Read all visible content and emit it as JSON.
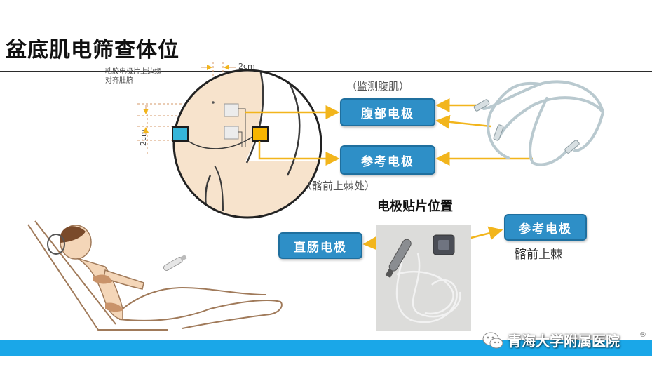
{
  "slide": {
    "title": "盆底肌电筛查体位",
    "subtitle_photo": "电极贴片位置"
  },
  "diagram": {
    "label_top_2cm": "2cm",
    "label_side_2cm": "2cm",
    "label_navel_line1": "粘胶电极片上边缘",
    "label_navel_line2": "对齐肚脐",
    "note_monitor": "（监测腹肌）",
    "note_asis": "（髂前上棘处）",
    "btn_abdominal": "腹部电极",
    "btn_reference_top": "参考电极",
    "btn_rectal": "直肠电极",
    "btn_reference_photo": "参考电极",
    "note_asis_photo": "髂前上棘"
  },
  "colors": {
    "button_blue": "#2e8fc7",
    "arrow_yellow": "#f2b51c",
    "skin": "#f7e3cc",
    "electrode_teal": "#35b5d9",
    "electrode_yellow": "#f7b500",
    "bottom_bar": "#1aa7e8"
  },
  "footer": {
    "watermark": "青海大学附属医院",
    "reg_mark": "®"
  }
}
